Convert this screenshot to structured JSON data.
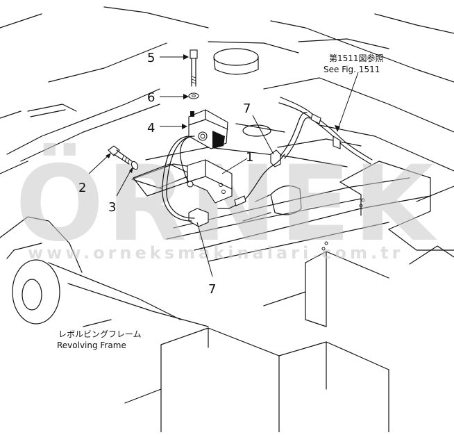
{
  "callouts": {
    "c1": "1",
    "c2": "2",
    "c3": "3",
    "c4": "4",
    "c5": "5",
    "c6": "6",
    "c7a": "7",
    "c7b": "7"
  },
  "reference_note": {
    "japanese": "第1511図参照",
    "english": "See Fig. 1511"
  },
  "frame_label": {
    "japanese": "レボルビングフレーム",
    "english": "Revolving Frame"
  },
  "watermark": {
    "logo": "ÖRNEK",
    "url": "www.orneksmakinalari.com.tr"
  }
}
